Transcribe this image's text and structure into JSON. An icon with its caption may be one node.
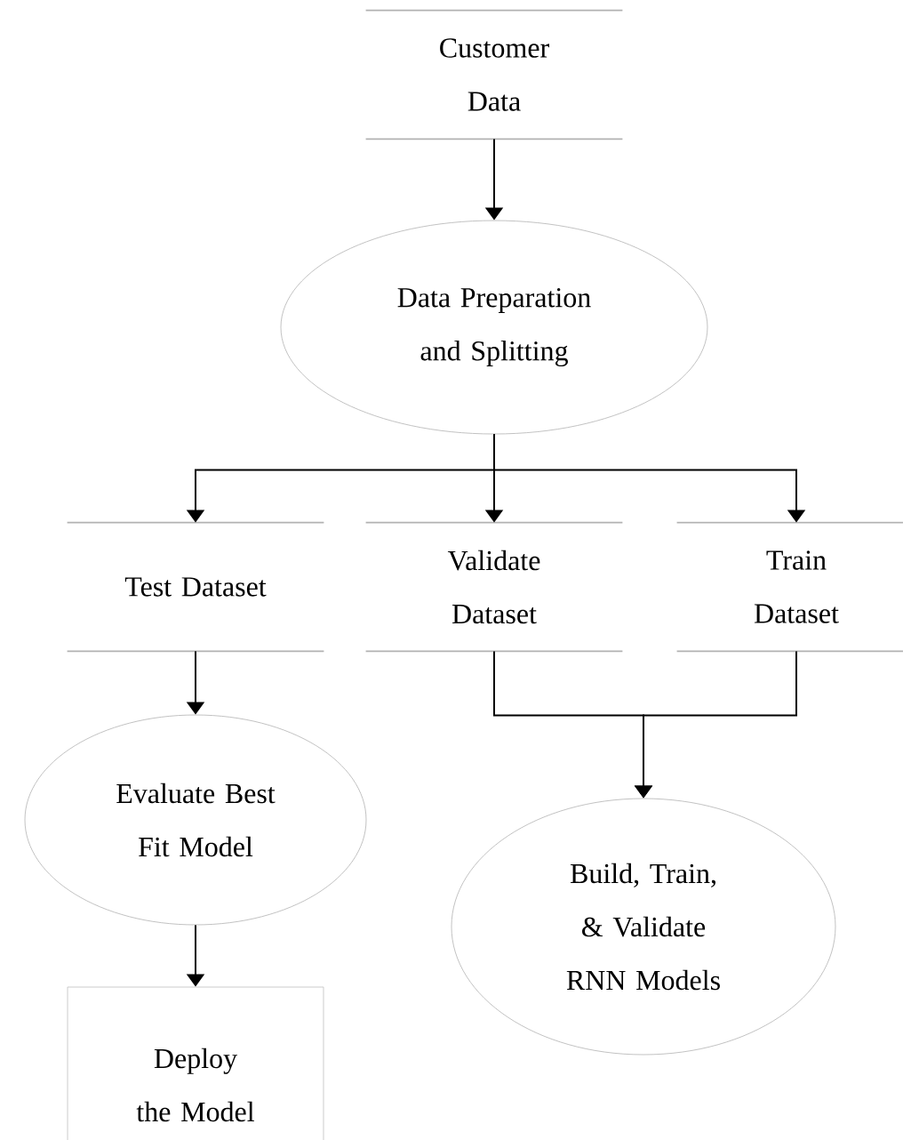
{
  "diagram": {
    "nodes": [
      {
        "text": [
          "Customer Data"
        ]
      },
      {
        "text": [
          "Data Preparation and Splitting"
        ]
      },
      {
        "text": [
          "Test Dataset"
        ]
      },
      {
        "text": [
          "Validate Dataset"
        ]
      },
      {
        "text": [
          "Train Dataset"
        ]
      },
      {
        "text": [
          "Evaluate Best Fit Model"
        ]
      },
      {
        "text": [
          "Build, Train, & Validate RNN Models"
        ]
      },
      {
        "text": [
          "Deploy the Model"
        ]
      }
    ],
    "edges": [
      {
        "from": 0,
        "to": 1,
        "arrow": "to"
      },
      {
        "from": 1,
        "to": 2,
        "arrow": "to"
      },
      {
        "from": 1,
        "to": 3,
        "arrow": "to"
      },
      {
        "from": 1,
        "to": 4,
        "arrow": "to"
      },
      {
        "from": 2,
        "to": 5,
        "arrow": "to"
      },
      {
        "from": 3,
        "to": 6,
        "arrow": "to"
      },
      {
        "from": 4,
        "to": 6,
        "arrow": "to"
      },
      {
        "from": 5,
        "to": 7,
        "arrow": "to"
      }
    ]
  }
}
